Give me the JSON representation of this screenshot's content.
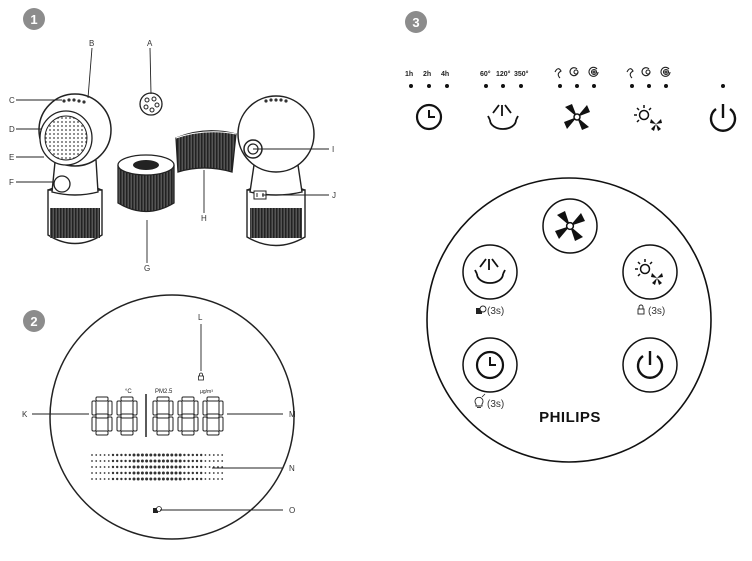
{
  "sections": [
    {
      "number": "1"
    },
    {
      "number": "2"
    },
    {
      "number": "3"
    }
  ],
  "figure1": {
    "labels": [
      "A",
      "B",
      "C",
      "D",
      "E",
      "F",
      "G",
      "H",
      "I",
      "J"
    ]
  },
  "figure2": {
    "labels": [
      "K",
      "L",
      "M",
      "N",
      "O"
    ],
    "temp_unit": "°C",
    "pm_label": "PM2.5",
    "pm_unit": "µg/m³",
    "temp_digits": "88",
    "pm_digits": "888"
  },
  "figure3": {
    "timer_options": [
      "1h",
      "2h",
      "4h"
    ],
    "angle_options": [
      "60°",
      "120°",
      "350°"
    ],
    "hold_time_1": "(3s)",
    "hold_time_2": "(3s)",
    "hold_time_3": "(3s)",
    "brand": "PHILIPS"
  },
  "icons": [
    "timer-icon",
    "oscillation-icon",
    "fan-icon",
    "heat-fan-icon",
    "power-icon",
    "lock-icon",
    "filter-reset-icon",
    "light-icon"
  ]
}
